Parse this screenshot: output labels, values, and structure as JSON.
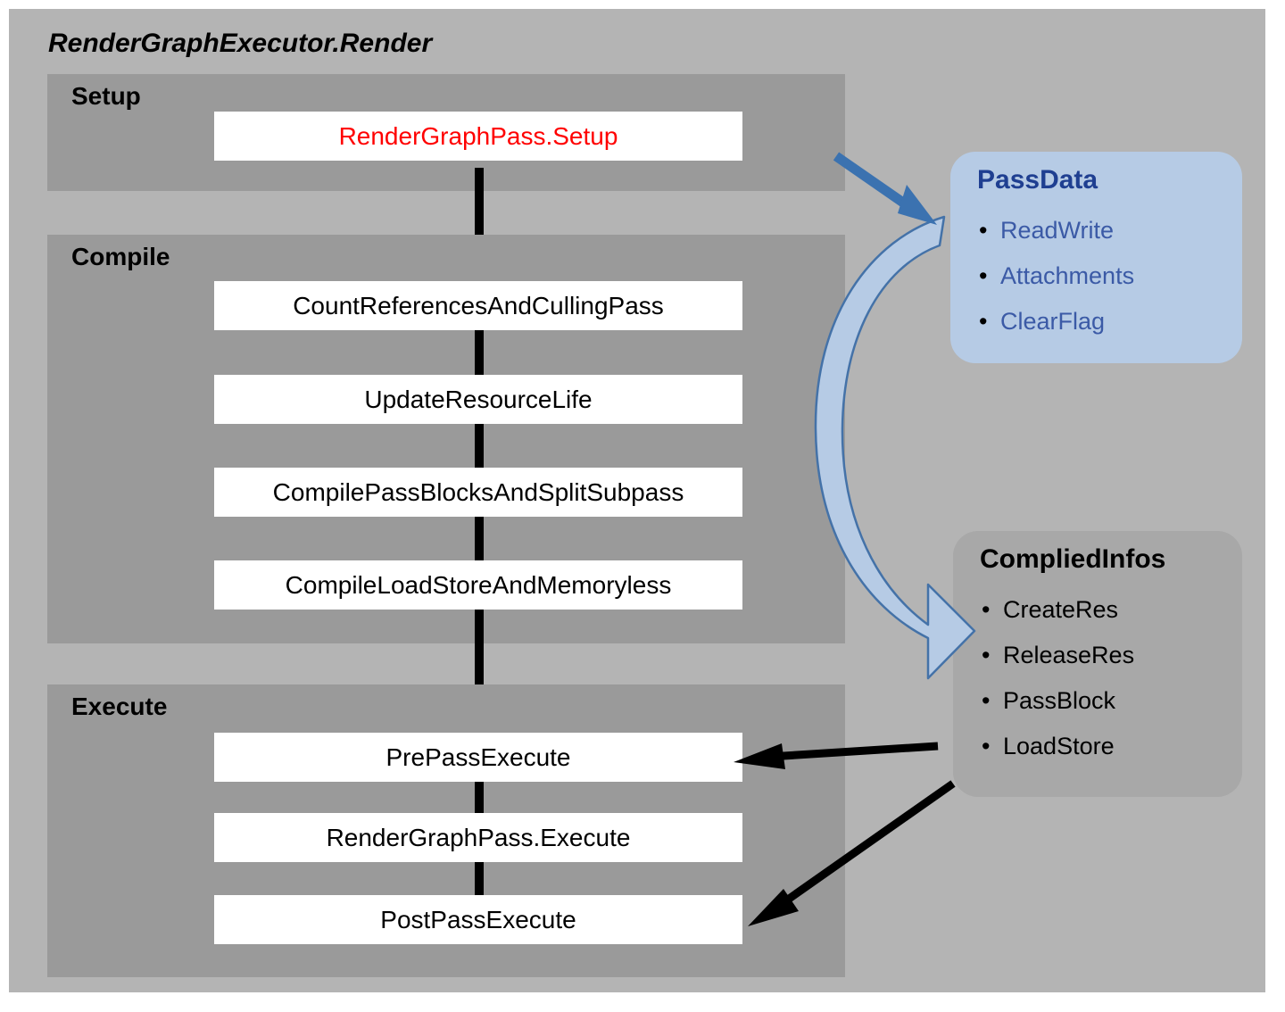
{
  "diagram": {
    "title": "RenderGraphExecutor.Render",
    "colors": {
      "outer_background": "#b4b4b4",
      "phase_background": "#9a9a9a",
      "step_background": "#ffffff",
      "step_highlight_text": "#ff0000",
      "passdata_background": "#b6cbe5",
      "passdata_title_text": "#1f3f91",
      "passdata_item_text": "#3b5aa6",
      "compliedinfos_background": "#a8a8a8",
      "compliedinfos_text": "#000000",
      "blue_arrow": "#3b72b0",
      "curved_arrow_fill": "#b6cbe5",
      "curved_arrow_stroke": "#4472a8",
      "flow_arrow": "#000000"
    },
    "phases": [
      {
        "label": "Setup",
        "steps": [
          {
            "text": "RenderGraphPass.Setup",
            "highlight": true
          }
        ]
      },
      {
        "label": "Compile",
        "steps": [
          {
            "text": "CountReferencesAndCullingPass",
            "highlight": false
          },
          {
            "text": "UpdateResourceLife",
            "highlight": false
          },
          {
            "text": "CompilePassBlocksAndSplitSubpass",
            "highlight": false
          },
          {
            "text": "CompileLoadStoreAndMemoryless",
            "highlight": false
          }
        ]
      },
      {
        "label": "Execute",
        "steps": [
          {
            "text": "PrePassExecute",
            "highlight": false
          },
          {
            "text": "RenderGraphPass.Execute",
            "highlight": true
          },
          {
            "text": "PostPassExecute",
            "highlight": false
          }
        ]
      }
    ],
    "cards": [
      {
        "id": "passdata",
        "title": "PassData",
        "items": [
          "ReadWrite",
          "Attachments",
          "ClearFlag"
        ]
      },
      {
        "id": "compliedinfos",
        "title": "CompliedInfos",
        "items": [
          "CreateRes",
          "ReleaseRes",
          "PassBlock",
          "LoadStore"
        ]
      }
    ],
    "connections": [
      {
        "from": "RenderGraphPass.Setup",
        "to": "PassData",
        "style": "blue-straight-arrow"
      },
      {
        "from": "PassData",
        "to": "CompliedInfos",
        "style": "blue-curved-block-arrow"
      },
      {
        "from": "CompliedInfos",
        "to": "PrePassExecute",
        "style": "black-arrow"
      },
      {
        "from": "CompliedInfos",
        "to": "PostPassExecute",
        "style": "black-arrow"
      },
      {
        "from": "Setup",
        "to": "Compile",
        "style": "black-vertical-arrow"
      },
      {
        "from": "Compile",
        "to": "Execute",
        "style": "black-vertical-arrow"
      }
    ]
  }
}
